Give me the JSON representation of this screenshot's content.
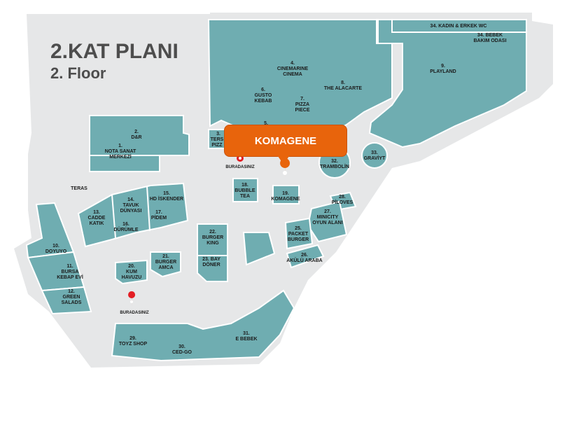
{
  "title": {
    "line1": "2.KAT PLANI",
    "line2": "2. Floor"
  },
  "highlight": {
    "label": "KOMAGENE"
  },
  "you_are_here": [
    "BURADASINIZ",
    "BURADASINIZ"
  ],
  "colors": {
    "store": "#6fadb1",
    "floor": "#e6e7e8",
    "callout": "#e8640c",
    "pin": "#e31e24"
  },
  "stores": {
    "s34": [
      "34. KADIN & ERKEK WC"
    ],
    "s34b": [
      "34. BEBEK",
      "BAKIM ODASI"
    ],
    "s4": [
      "4.",
      "CINEMARINE",
      "CINEMA"
    ],
    "s9": [
      "9.",
      "PLAYLAND"
    ],
    "s8": [
      "8.",
      "THE ALACARTE"
    ],
    "s6": [
      "6.",
      "GUSTO",
      "KEBAB"
    ],
    "s7": [
      "7.",
      "PIZZA",
      "PIECE"
    ],
    "s5": [
      "5."
    ],
    "s3": [
      "3.",
      "TERS",
      "PIZZ"
    ],
    "s2": [
      "2.",
      "D&R"
    ],
    "s1": [
      "1.",
      "NOTA SANAT",
      "MERKEZİ"
    ],
    "s32": [
      "32.",
      "TRAMBOLİN"
    ],
    "s33": [
      "33.",
      "GRAVİYT"
    ],
    "teras": [
      "TERAS"
    ],
    "s18": [
      "18.",
      "BUBBLE",
      "TEA"
    ],
    "s19": [
      "19.",
      "KOMAGENE"
    ],
    "s15": [
      "15.",
      "HD İSKENDER"
    ],
    "s14": [
      "14.",
      "TAVUK",
      "DÜNYASI"
    ],
    "s13": [
      "13.",
      "CADDE",
      "KATIK"
    ],
    "s17": [
      "17.",
      "PİDEM"
    ],
    "s16": [
      "16.",
      "DÜRÜMLE"
    ],
    "s28": [
      "28.",
      "PİLOVES"
    ],
    "s27": [
      "27.",
      "MINICITY",
      "OYUN ALANI"
    ],
    "s25": [
      "25.",
      "PACKET",
      "BURGER"
    ],
    "s26": [
      "26.",
      "AKÜLÜ ARABA"
    ],
    "s22": [
      "22.",
      "BURGER",
      "KING"
    ],
    "s23": [
      "23. BAY",
      "DÖNER"
    ],
    "s10": [
      "10.",
      "DOYUYO"
    ],
    "s11": [
      "11.",
      "BURSA",
      "KEBAP EVİ"
    ],
    "s12": [
      "12.",
      "GREEN",
      "SALADS"
    ],
    "s21": [
      "21.",
      "BURGER",
      "AMCA"
    ],
    "s20": [
      "20.",
      "KUM",
      "HAVUZU"
    ],
    "s29": [
      "29.",
      "TOYZ SHOP"
    ],
    "s30": [
      "30.",
      "CED-GO"
    ],
    "s31": [
      "31.",
      "E BEBEK"
    ]
  }
}
